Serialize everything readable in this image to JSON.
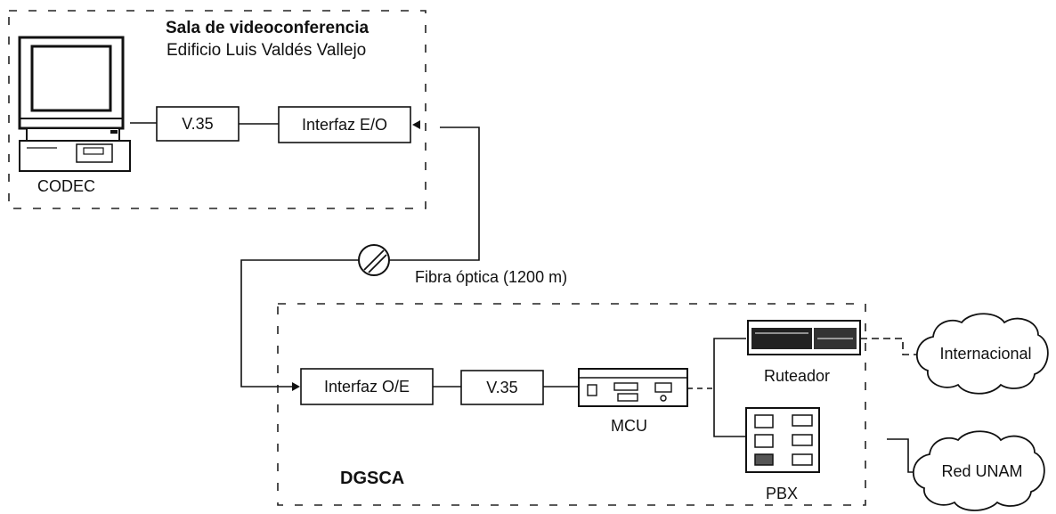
{
  "rooms": {
    "sala_title": "Sala de videoconferencia",
    "sala_subtitle": "Edificio Luis Valdés Vallejo",
    "dgsca": "DGSCA"
  },
  "devices": {
    "codec": "CODEC",
    "v35_top": "V.35",
    "interfaz_eo": "Interfaz E/O",
    "interfaz_oe": "Interfaz O/E",
    "v35_bottom": "V.35",
    "mcu": "MCU",
    "ruteador": "Ruteador",
    "pbx": "PBX"
  },
  "link": {
    "fibra": "Fibra óptica (1200 m)"
  },
  "clouds": {
    "internacional": "Internacional",
    "red_unam": "Red UNAM"
  }
}
